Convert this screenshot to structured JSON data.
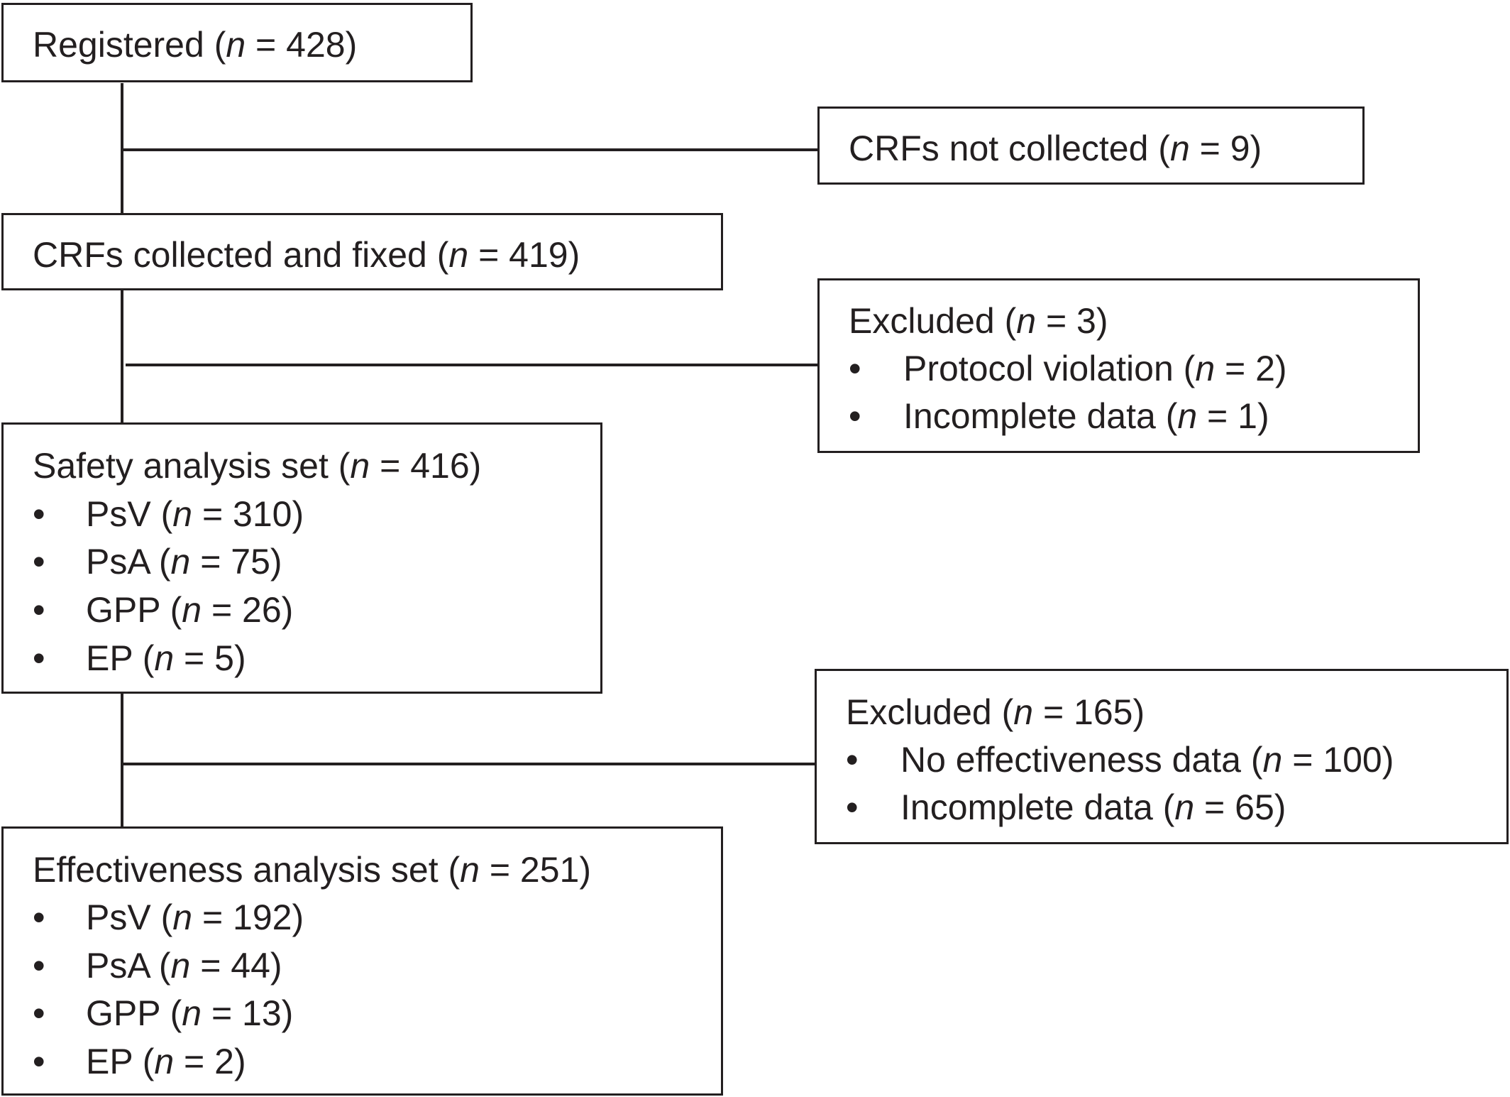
{
  "n_symbol": "n",
  "boxes": {
    "registered": {
      "prefix": "Registered (",
      "eq": " = ",
      "value": "428",
      "suffix": ")"
    },
    "crfs_not_collected": {
      "prefix": "CRFs not collected (",
      "eq": " = ",
      "value": "9",
      "suffix": ")"
    },
    "crfs_collected": {
      "prefix": "CRFs collected and fixed (",
      "eq": " = ",
      "value": "419",
      "suffix": ")"
    },
    "excluded_1": {
      "prefix": "Excluded (",
      "eq": " = ",
      "value": "3",
      "suffix": ")",
      "items": [
        {
          "label": "Protocol violation",
          "value": "2"
        },
        {
          "label": "Incomplete data",
          "value": "1"
        }
      ]
    },
    "safety_set": {
      "prefix": "Safety analysis set (",
      "eq": " = ",
      "value": "416",
      "suffix": ")",
      "items": [
        {
          "label": "PsV",
          "value": "310"
        },
        {
          "label": "PsA",
          "value": "75"
        },
        {
          "label": "GPP",
          "value": "26"
        },
        {
          "label": "EP",
          "value": "5"
        }
      ]
    },
    "excluded_2": {
      "prefix": "Excluded (",
      "eq": " = ",
      "value": "165",
      "suffix": ")",
      "items": [
        {
          "label": "No effectiveness data",
          "value": "100"
        },
        {
          "label": "Incomplete data",
          "value": "65"
        }
      ]
    },
    "effectiveness_set": {
      "prefix": "Effectiveness analysis set (",
      "eq": " = ",
      "value": "251",
      "suffix": ")",
      "items": [
        {
          "label": "PsV",
          "value": "192"
        },
        {
          "label": "PsA",
          "value": "44"
        },
        {
          "label": "GPP",
          "value": "13"
        },
        {
          "label": "EP",
          "value": "2"
        }
      ]
    }
  },
  "bullet_char": "•",
  "item_open": " (",
  "item_eq": " = ",
  "item_close": ")"
}
